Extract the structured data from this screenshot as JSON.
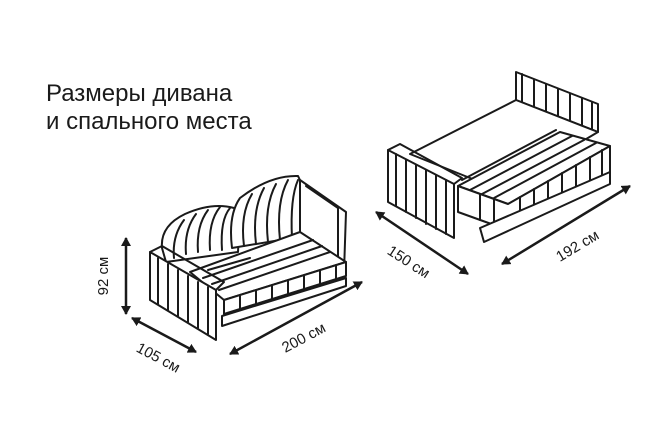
{
  "title": {
    "line1": "Размеры дивана",
    "line2": "и спального места"
  },
  "dimensions": {
    "height": "92 см",
    "depth": "105 см",
    "width": "200 см",
    "bed_depth": "150 см",
    "bed_length": "192 см"
  },
  "colors": {
    "outline": "#1a1a1a",
    "background": "#ffffff"
  }
}
